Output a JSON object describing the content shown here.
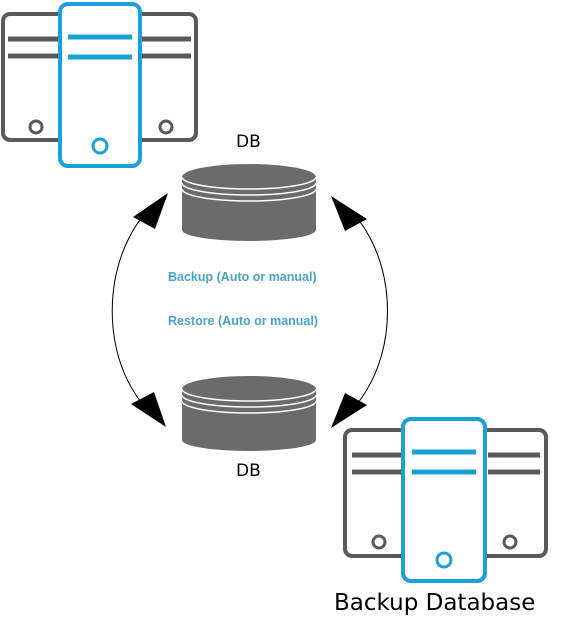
{
  "labels": {
    "db_top": "DB",
    "db_bottom": "DB",
    "backup": "Backup (Auto or manual)",
    "restore": "Restore (Auto or manual)",
    "backup_server": "Backup Database"
  },
  "icons": {
    "primary_server": "server-stack-icon",
    "backup_server": "server-stack-icon",
    "database": "database-cylinder-icon",
    "arrow": "curved-arrow-icon"
  },
  "colors": {
    "server_gray": "#5a5a5a",
    "server_blue": "#1ba1d6",
    "cylinder_fill": "#6b6b6b",
    "cylinder_lines": "#ffffff",
    "flow_text": "#4aa3c7"
  }
}
